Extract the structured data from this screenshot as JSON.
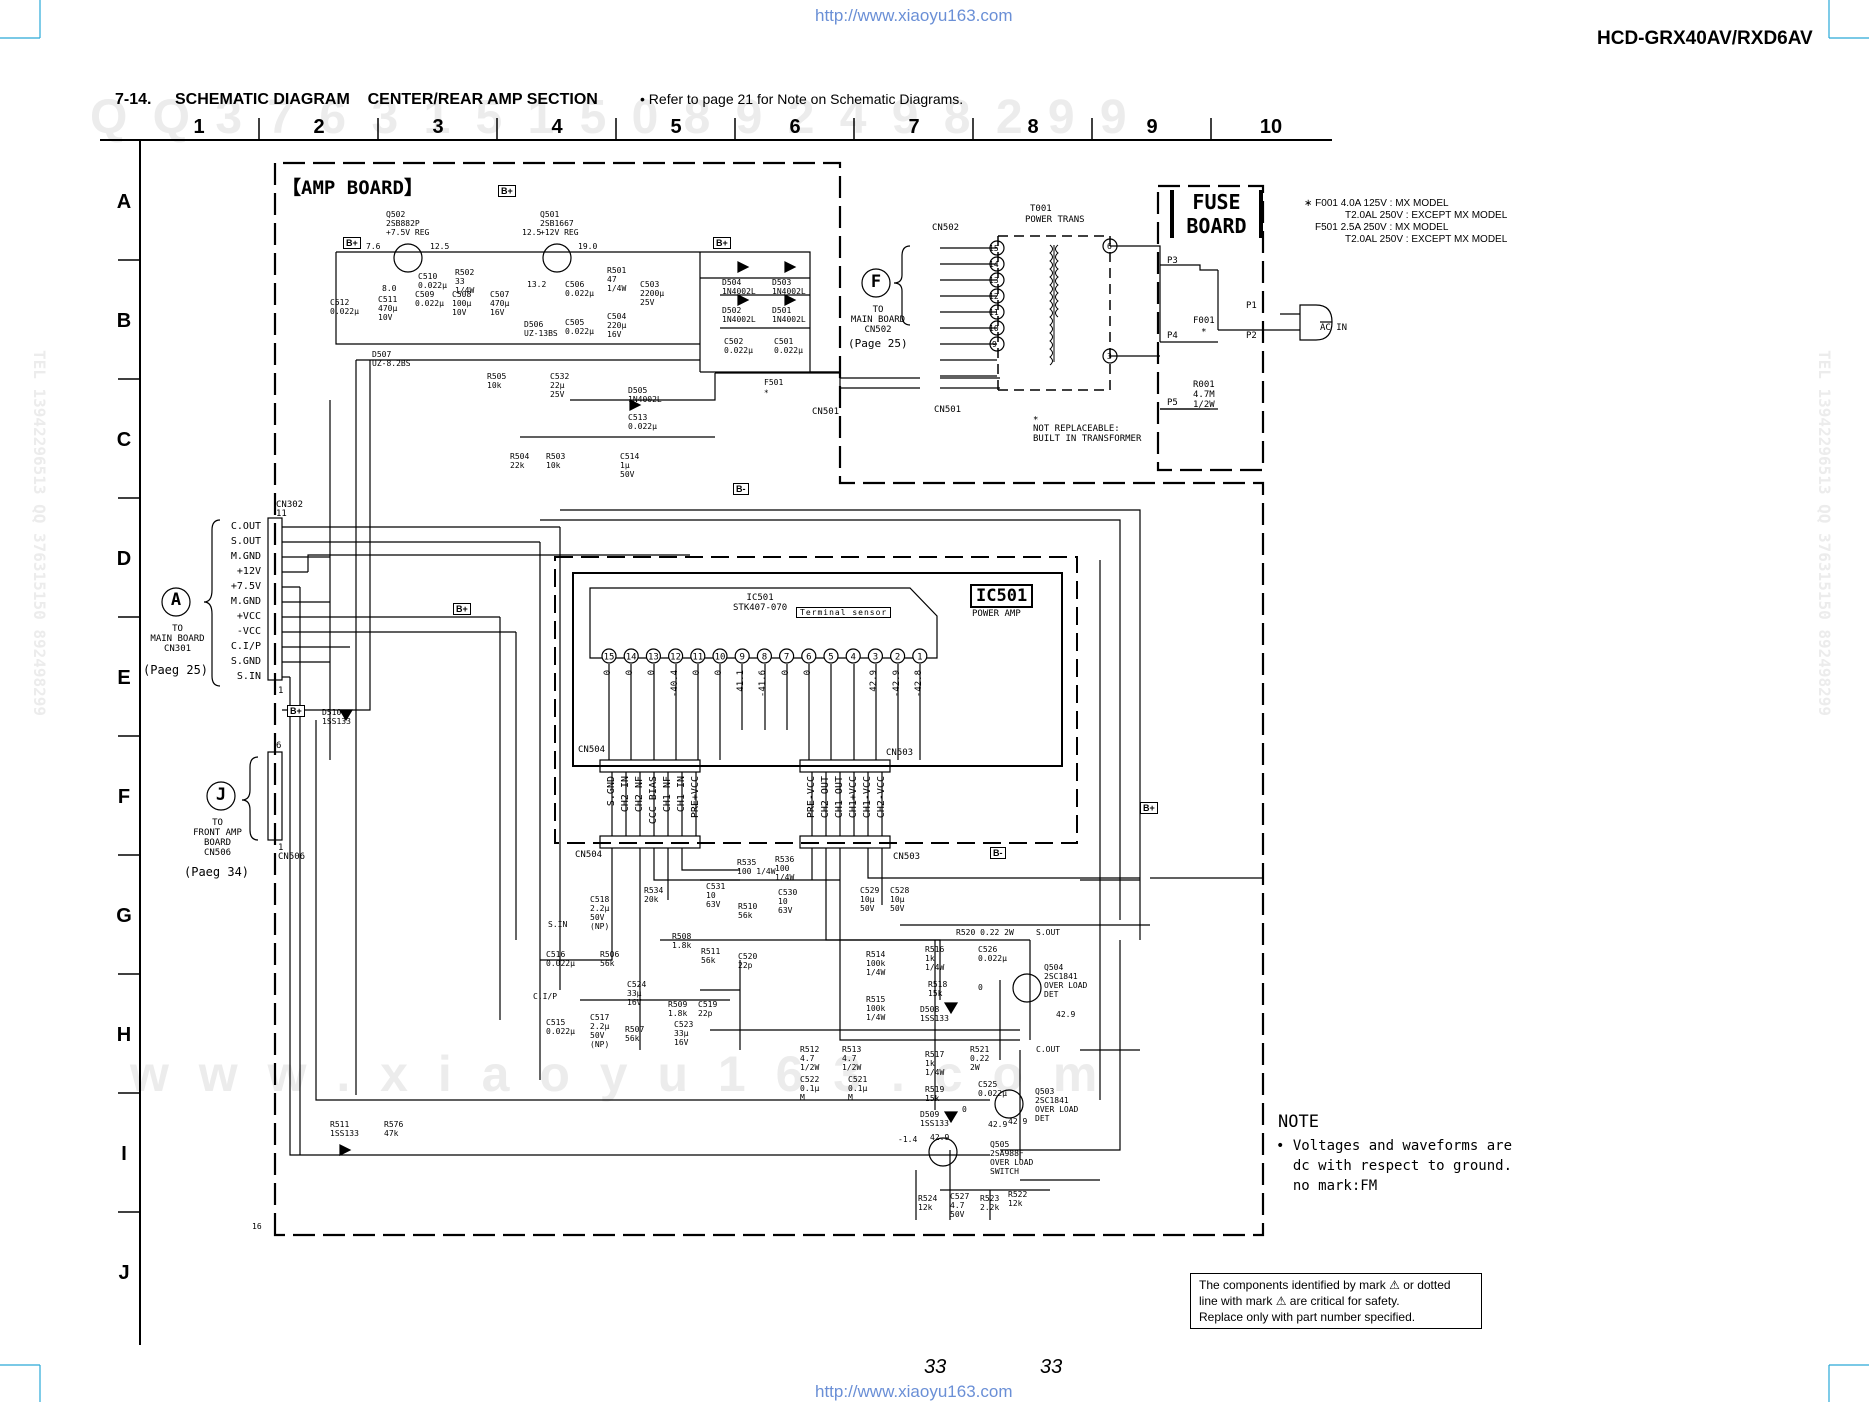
{
  "header": {
    "url_top": "http://www.xiaoyu163.com",
    "url_bottom": "http://www.xiaoyu163.com",
    "model": "HCD-GRX40AV/RXD6AV",
    "section_number": "7-14.",
    "section_title": "SCHEMATIC DIAGRAM    CENTER/REAR AMP SECTION",
    "ref_note": "• Refer to page 21 for Note on Schematic Diagrams."
  },
  "grid": {
    "columns": [
      "1",
      "2",
      "3",
      "4",
      "5",
      "6",
      "7",
      "8",
      "9",
      "10"
    ],
    "rows": [
      "A",
      "B",
      "C",
      "D",
      "E",
      "F",
      "G",
      "H",
      "I",
      "J"
    ]
  },
  "boards": {
    "amp_board": "【AMP BOARD】",
    "fuse_board_line1": "FUSE",
    "fuse_board_line2": "BOARD",
    "ic501_label": "IC501",
    "ic501_desc": "POWER AMP",
    "ic501_part": "IC501\nSTK407-070",
    "terminal_sensor": "Terminal sensor"
  },
  "fuse_notes": [
    "∗ F001  4.0A 125V : MX MODEL",
    "T2.0AL 250V : EXCEPT MX MODEL",
    "F501  2.5A 250V : MX MODEL",
    "T2.0AL 250V : EXCEPT MX MODEL"
  ],
  "connectors": {
    "A": {
      "letter": "A",
      "text": "TO\nMAIN BOARD\nCN301",
      "page": "(Paeg 25)"
    },
    "J": {
      "letter": "J",
      "text": "TO\nFRONT AMP\nBOARD\nCN506",
      "page": "(Paeg 34)"
    },
    "F": {
      "letter": "F",
      "text": "TO\nMAIN BOARD\nCN502",
      "page": "(Page 25)"
    },
    "cn302": "CN302",
    "cn302_pin_top": "11",
    "cn302_pin_bottom": "1",
    "cn302_pins": [
      "C.OUT",
      "S.OUT",
      "M.GND",
      "+12V",
      "+7.5V",
      "M.GND",
      "+VCC",
      "-VCC",
      "C.I/P",
      "S.GND",
      "S.IN"
    ],
    "cn506": "CN506",
    "cn506_pin_top": "6",
    "cn506_pin_bottom": "1",
    "cn504": "CN504",
    "cn503": "CN503",
    "cn504_pins": [
      "S.GND",
      "CH2 IN",
      "CH2 NF",
      "CCC BIAS",
      "CH1 NF",
      "CH1 IN",
      "PRE+VCC"
    ],
    "cn503_pins": [
      "PRE-VCC",
      "CH2 OUT",
      "CH1 OUT",
      "CH1+VCC",
      "CH1-VCC",
      "CH2-VCC"
    ],
    "cn502": "CN502",
    "cn501": "CN501",
    "ac_in": "AC IN"
  },
  "transformer": {
    "ref": "T001",
    "name": "POWER TRANS",
    "note_star": "∗",
    "note": "NOT REPLACEABLE:\nBUILT IN TRANSFORMER",
    "pins_left": [
      "15",
      "14",
      "13",
      "12",
      "11",
      "10",
      "9"
    ],
    "pins_right": [
      "6",
      "3"
    ]
  },
  "fuse_board_parts": {
    "p3": "P3",
    "p4": "P4",
    "p5": "P5",
    "p1": "P1",
    "p2": "P2",
    "f001": "F001\n∗",
    "r001": "R001\n4.7M\n1/2W"
  },
  "ic_pins": [
    "15",
    "14",
    "13",
    "12",
    "11",
    "10",
    "9",
    "8",
    "7",
    "6",
    "5",
    "4",
    "3",
    "2",
    "1"
  ],
  "ic_pin_voltages": [
    "0",
    "0",
    "0",
    "-40.4",
    "0",
    "0",
    "41.1",
    "-41.6",
    "0",
    "0",
    "",
    "",
    "42.9",
    "-42.9",
    "-42.8"
  ],
  "components_top": [
    {
      "t": "Q502\n2SB882P\n+7.5V REG"
    },
    {
      "t": "Q501\n2SB1667\n+12V REG"
    },
    {
      "t": "7.6"
    },
    {
      "t": "12.5"
    },
    {
      "t": "8.0"
    },
    {
      "t": "19.0"
    },
    {
      "t": "13.2"
    },
    {
      "t": "12.5 "
    },
    {
      "t": "C512\n0.022μ"
    },
    {
      "t": "C511\n470μ\n10V"
    },
    {
      "t": "C510\n0.022μ"
    },
    {
      "t": "R502\n33\n1/4W"
    },
    {
      "t": "C509\n0.022μ"
    },
    {
      "t": "C508\n100μ\n10V"
    },
    {
      "t": "C507\n470μ\n16V"
    },
    {
      "t": "D506\nUZ-13BS"
    },
    {
      "t": "C506\n0.022μ"
    },
    {
      "t": "C505\n0.022μ"
    },
    {
      "t": "R501\n47\n1/4W"
    },
    {
      "t": "C504\n220μ\n16V"
    },
    {
      "t": "C503\n2200μ\n25V"
    },
    {
      "t": "D507\nUZ-8.2BS"
    },
    {
      "t": "D504\n1N4002L"
    },
    {
      "t": "D503\n1N4002L"
    },
    {
      "t": "D502\n1N4002L"
    },
    {
      "t": "D501\n1N4002L"
    },
    {
      "t": "C502\n0.022μ"
    },
    {
      "t": "C501\n0.022μ"
    },
    {
      "t": "F501\n∗"
    },
    {
      "t": "R505\n10k"
    },
    {
      "t": "C532\n22μ\n25V"
    },
    {
      "t": "D505\n1N4002L"
    },
    {
      "t": "C513\n0.022μ"
    },
    {
      "t": "R504\n22k"
    },
    {
      "t": "R503\n10k"
    },
    {
      "t": "C514\n1μ\n50V"
    }
  ],
  "components_bottom": [
    {
      "t": "R535\n100 1/4W"
    },
    {
      "t": "R536\n100\n1/4W"
    },
    {
      "t": "C531\n10\n63V"
    },
    {
      "t": "C530\n10\n63V"
    },
    {
      "t": "C529\n10μ\n50V"
    },
    {
      "t": "C528\n10μ\n50V"
    },
    {
      "t": "R534\n20k"
    },
    {
      "t": "C518\n2.2μ\n50V\n(NP)"
    },
    {
      "t": "R510\n56k"
    },
    {
      "t": "R508\n1.8k"
    },
    {
      "t": "R511\n56k"
    },
    {
      "t": "C520\n22p"
    },
    {
      "t": "C516\n0.022μ"
    },
    {
      "t": "R506\n56k"
    },
    {
      "t": "C524\n33μ\n16V"
    },
    {
      "t": "R509\n1.8k"
    },
    {
      "t": "C519\n22p"
    },
    {
      "t": "C523\n33μ\n16V"
    },
    {
      "t": "R507\n56k"
    },
    {
      "t": "C515\n0.022μ"
    },
    {
      "t": "C517\n2.2μ\n50V\n(NP)"
    },
    {
      "t": "R520 0.22 2W"
    },
    {
      "t": "C526\n0.022μ"
    },
    {
      "t": "R514\n100k\n1/4W"
    },
    {
      "t": "R516\n1k\n1/4W"
    },
    {
      "t": "R518\n15k"
    },
    {
      "t": "R515\n100k\n1/4W"
    },
    {
      "t": "D508\n1SS133"
    },
    {
      "t": "Q504\n2SC1841\nOVER LOAD\nDET"
    },
    {
      "t": "Q503\n2SC1841\nOVER LOAD\nDET"
    },
    {
      "t": "Q505\n2SA988F\nOVER LOAD\nSWITCH"
    },
    {
      "t": "R512\n4.7\n1/2W"
    },
    {
      "t": "R513\n4.7\n1/2W"
    },
    {
      "t": "C522\n0.1μ\nM"
    },
    {
      "t": "C521\n0.1μ\nM"
    },
    {
      "t": "R517\n1k\n1/4W"
    },
    {
      "t": "R521\n0.22\n2W"
    },
    {
      "t": "C525\n0.022μ"
    },
    {
      "t": "R519\n15k"
    },
    {
      "t": "D509\n1SS133"
    },
    {
      "t": "R524\n12k"
    },
    {
      "t": "C527\n4.7\n50V"
    },
    {
      "t": "R523\n2.2k"
    },
    {
      "t": "R522\n12k"
    },
    {
      "t": "R511\n1SS133"
    },
    {
      "t": "R576\n47k"
    },
    {
      "t": "D510\n1SS133"
    },
    {
      "t": "S.IN"
    },
    {
      "t": "C.I/P"
    },
    {
      "t": "S.OUT"
    },
    {
      "t": "C.OUT"
    },
    {
      "t": "-1.4"
    },
    {
      "t": "42.9"
    },
    {
      "t": "42.9 "
    },
    {
      "t": "42.9  "
    },
    {
      "t": "42.9   "
    },
    {
      "t": "0"
    },
    {
      "t": "0 "
    },
    {
      "t": "16"
    }
  ],
  "supply_tags": [
    "B+",
    "B+",
    "B-",
    "B+",
    "B+",
    "B+",
    "B-",
    "B+"
  ],
  "note": {
    "heading": "NOTE",
    "line1": "• Voltages and waveforms are",
    "line2": "  dc with respect to ground.",
    "line3": "  no mark:FM"
  },
  "caution": {
    "line1": "The components identified by mark ⚠ or dotted",
    "line2": "line with mark ⚠ are critical for safety.",
    "line3": "Replace only with part number specified."
  },
  "pages": {
    "left": "33",
    "right": "33"
  },
  "watermarks": {
    "row1": "Q Q 3 7 6 3 1 5 1 5 0     8 9 2 4 9 8 2 9 9",
    "row2": "w w w . x i a o y u 1 6 3 . c o m",
    "side": "TEL 13942296513  QQ 376315150  892498299"
  }
}
